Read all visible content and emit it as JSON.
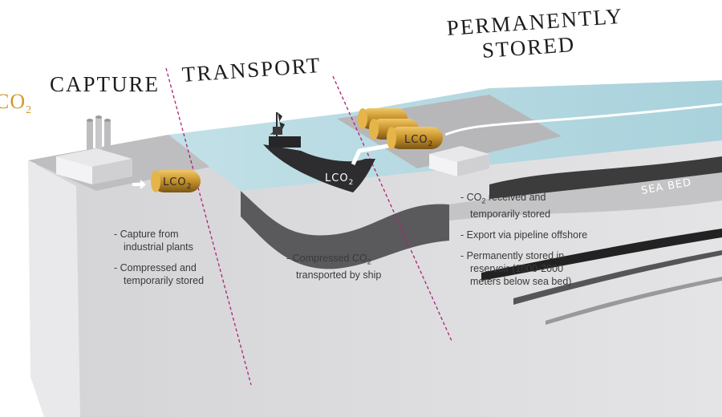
{
  "headers": {
    "capture_prefix": "CO",
    "capture_sub": "2",
    "capture": "CAPTURE",
    "transport": "TRANSPORT",
    "stored_line1": "PERMANENTLY",
    "stored_line2": "STORED"
  },
  "labels": {
    "lco2_prefix": "LCO",
    "lco2_sub": "2",
    "sea_bed": "SEA BED"
  },
  "capture_notes": [
    "Capture from industrial plants",
    "Compressed and temporarily stored"
  ],
  "transport_note": {
    "prefix": "Compressed CO",
    "sub": "2",
    "suffix": " transported by ship"
  },
  "storage_notes": {
    "item1_prefix": "CO",
    "item1_sub": "2",
    "item1_suffix": " received and temporarily stored",
    "item2": "Export via pipeline offshore",
    "item3": "Permanently stored in reservoir (1000-2000 meters below sea bed)"
  },
  "colors": {
    "accent": "#d29a2a",
    "divider": "#b0207a",
    "sea": "#b9dbe3",
    "block_front": "#d9d9db",
    "block_top": "#bdbdbf",
    "seabed_dark": "#3c3c3c"
  }
}
